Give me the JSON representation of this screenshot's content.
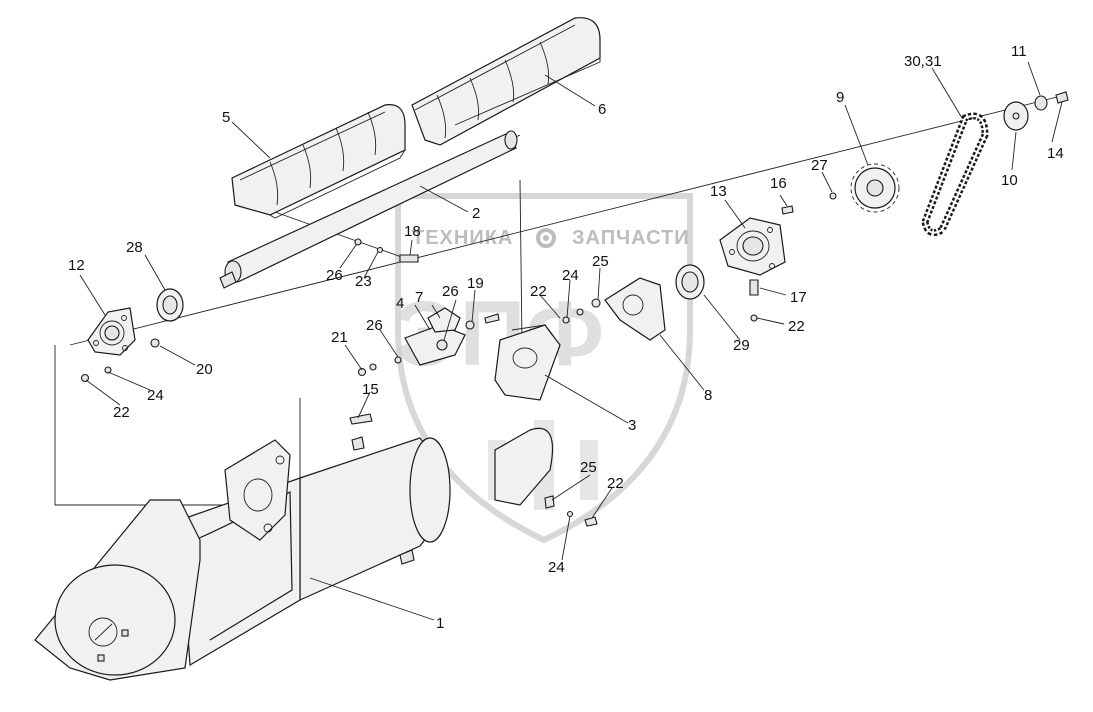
{
  "watermark": {
    "left_word": "ТЕХНИКА",
    "right_word": "ЗАПЧАСТИ",
    "logo_text": "ЭПФ"
  },
  "colors": {
    "line": "#1a1a1a",
    "part_fill": "#f1f1f1",
    "watermark": "#c8c8c8"
  },
  "callouts": {
    "c1": "1",
    "c2": "2",
    "c3": "3",
    "c4": "4",
    "c5": "5",
    "c6": "6",
    "c7": "7",
    "c8": "8",
    "c9": "9",
    "c10": "10",
    "c11": "11",
    "c12": "12",
    "c13": "13",
    "c14": "14",
    "c15": "15",
    "c16": "16",
    "c17": "17",
    "c18": "18",
    "c19": "19",
    "c20": "20",
    "c21": "21",
    "c22a": "22",
    "c22b": "22",
    "c22c": "22",
    "c22d": "22",
    "c23": "23",
    "c24a": "24",
    "c24b": "24",
    "c24c": "24",
    "c25a": "25",
    "c25b": "25",
    "c26a": "26",
    "c26b": "26",
    "c26c": "26",
    "c27": "27",
    "c28": "28",
    "c29": "29",
    "c3031": "30,31"
  }
}
